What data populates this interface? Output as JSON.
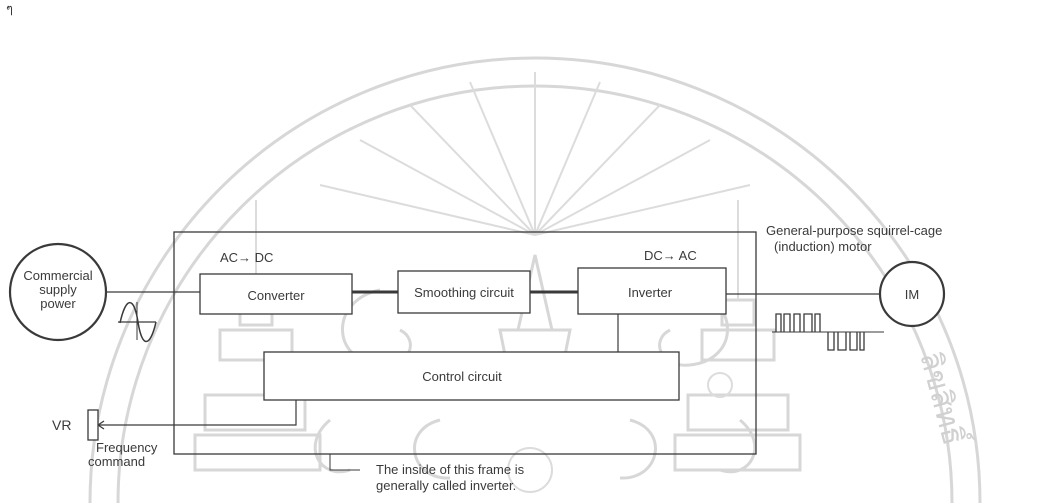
{
  "page_marker": "ๆ",
  "labels": {
    "source_line1": "Commercial",
    "source_line2": "supply",
    "source_line3": "power",
    "ac_to_dc": "AC→ DC",
    "converter": "Converter",
    "smoothing": "Smoothing circuit",
    "dc_to_ac": "DC→ AC",
    "inverter": "Inverter",
    "control": "Control circuit",
    "motor_desc_line1": "General-purpose squirrel-cage",
    "motor_desc_line2": "(induction) motor",
    "motor": "IM",
    "vr": "VR",
    "freq_line1": "Frequency",
    "freq_line2": "command",
    "frame_note_line1": "The inside of this frame is",
    "frame_note_line2": "generally called inverter."
  },
  "watermark": {
    "text_right": "ลิขสิทธิ์",
    "color": "#d7d7d7"
  },
  "colors": {
    "ink": "#3a3a3a",
    "watermark": "#d7d7d7"
  }
}
